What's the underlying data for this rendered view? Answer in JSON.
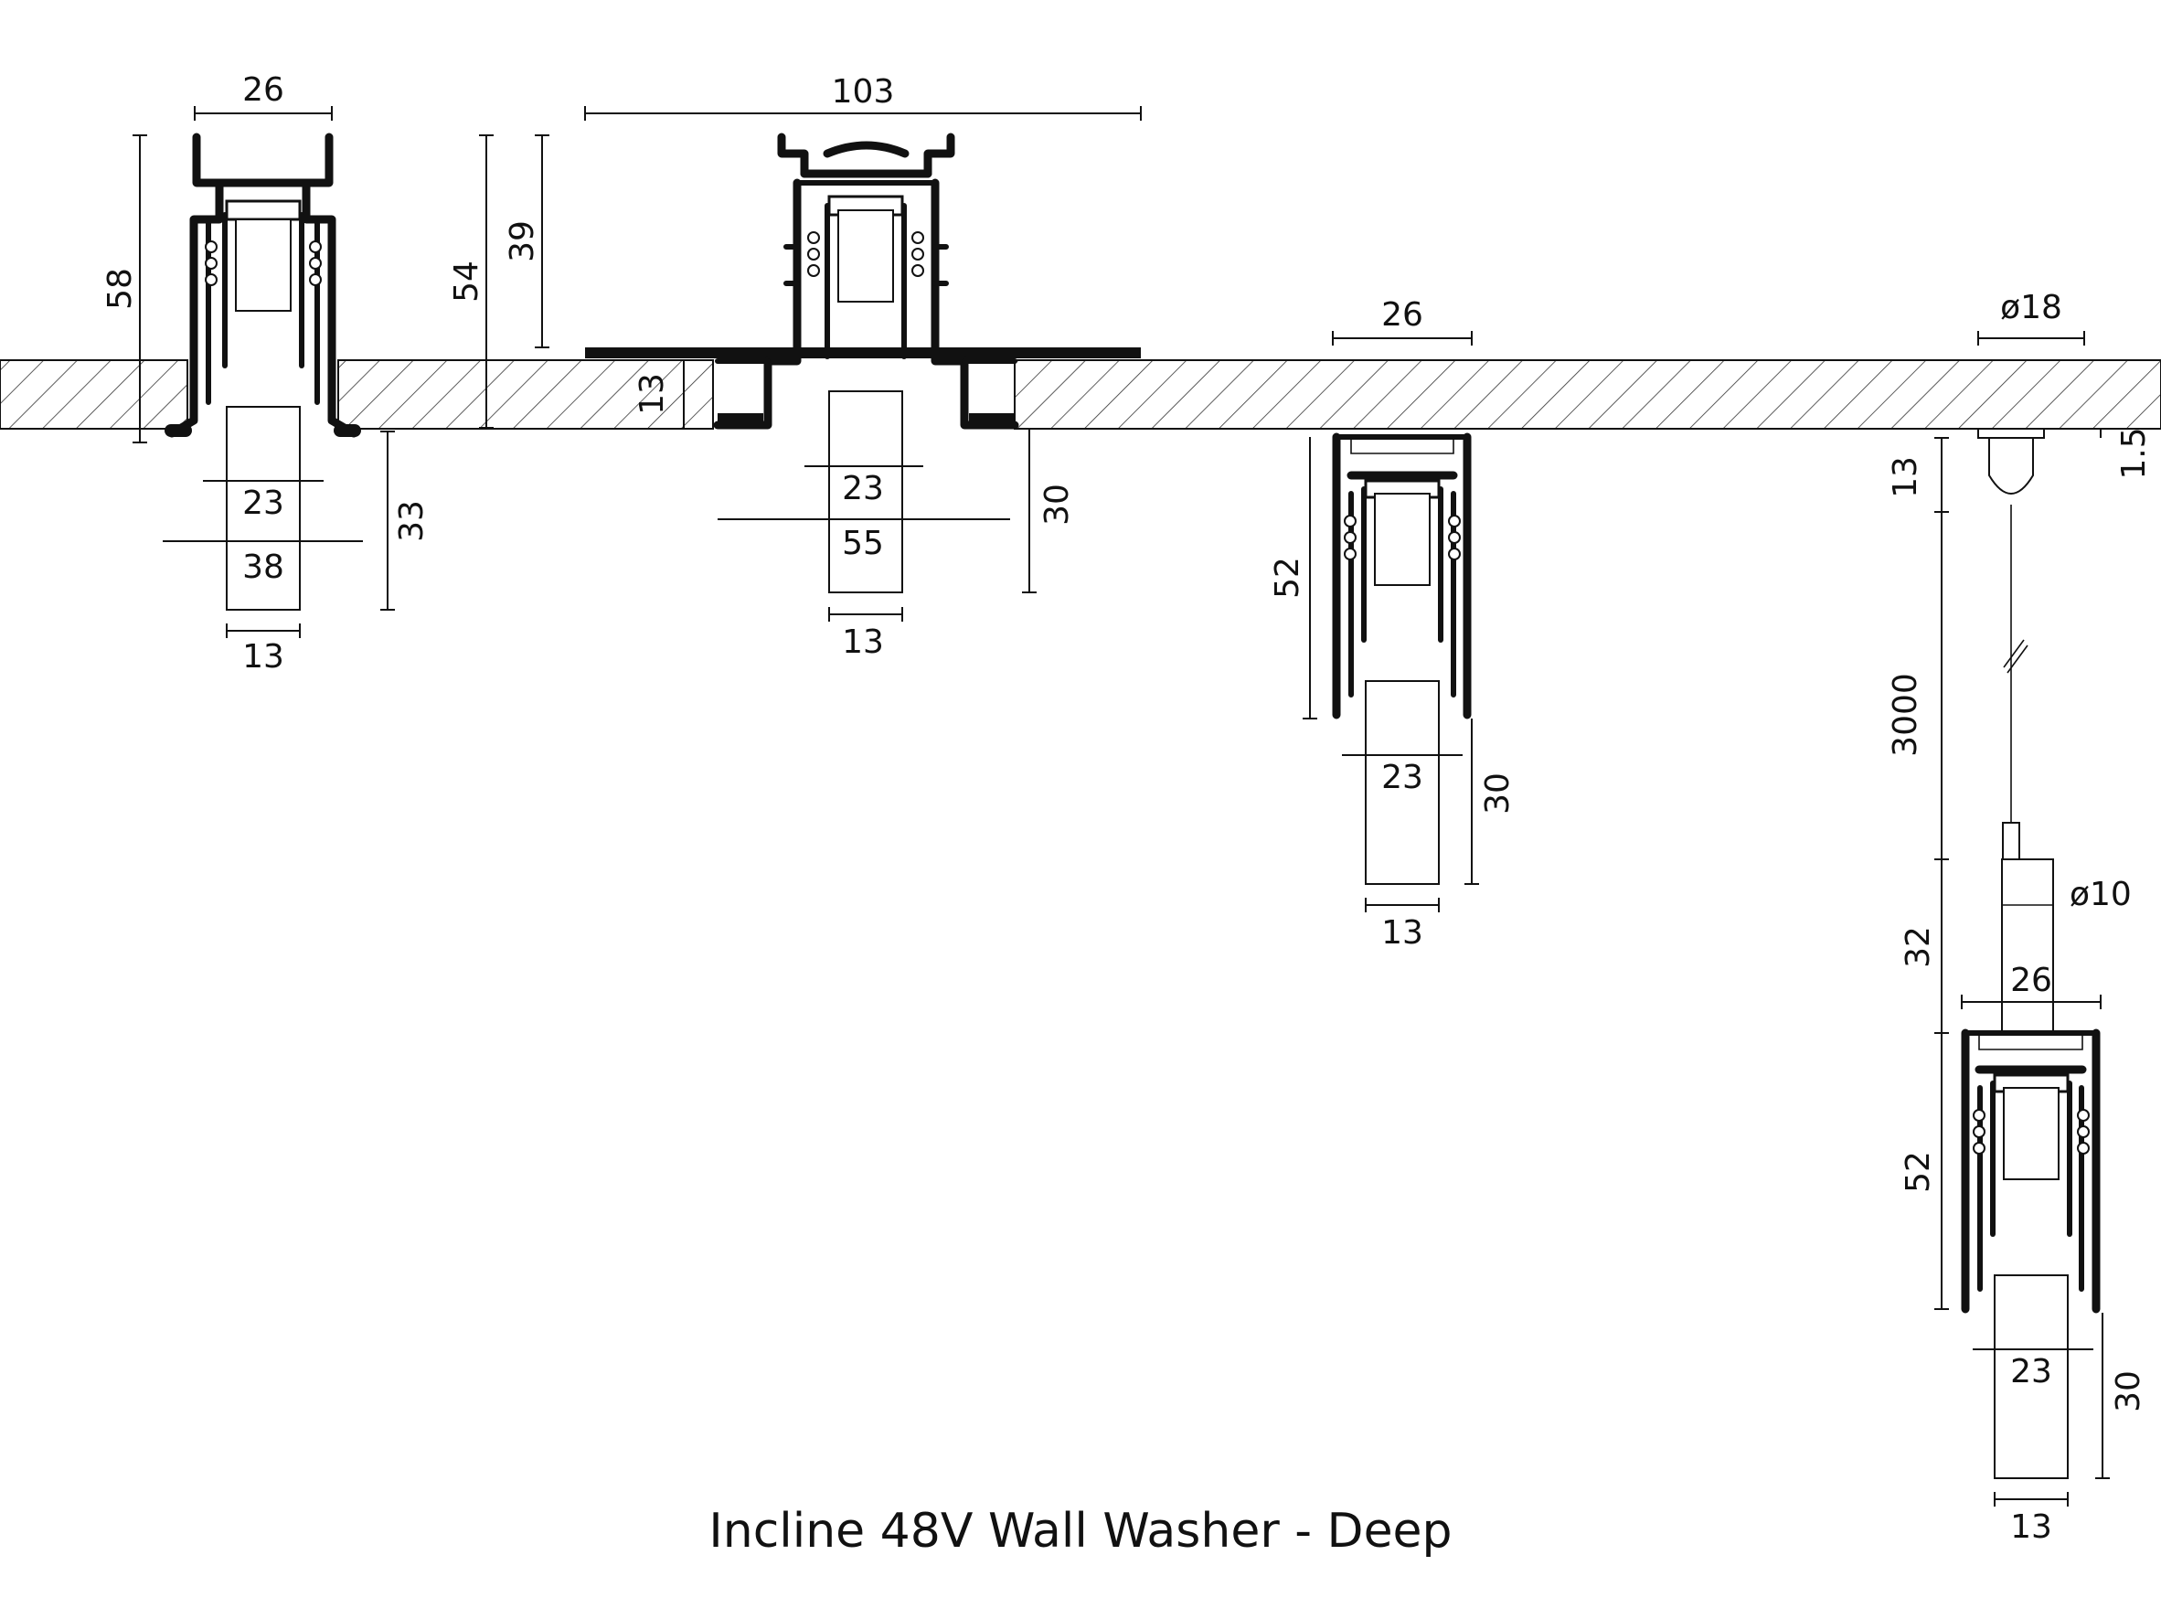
{
  "title": "Incline 48V Wall Washer - Deep",
  "colors": {
    "line": "#111111",
    "background": "#ffffff"
  },
  "views": {
    "recessed": {
      "width_top": "26",
      "height": "58",
      "diffuser_width": "23",
      "flange_width": "38",
      "drop": "33",
      "lens_width": "13"
    },
    "trimless": {
      "overall_width": "103",
      "height": "54",
      "above_ceiling": "39",
      "plaster_depth": "13",
      "diffuser_width": "23",
      "cutout_width": "55",
      "drop": "30",
      "lens_width": "13"
    },
    "surface": {
      "width": "26",
      "height": "52",
      "diffuser_width": "23",
      "drop": "30",
      "lens_width": "13"
    },
    "suspended": {
      "canopy_diameter": "ø18",
      "canopy_height": "1.5",
      "canopy_drop": "13",
      "cable_length": "3000",
      "connector_diameter": "ø10",
      "connector_height": "32",
      "width": "26",
      "height": "52",
      "diffuser_width": "23",
      "drop": "30",
      "lens_width": "13"
    }
  }
}
